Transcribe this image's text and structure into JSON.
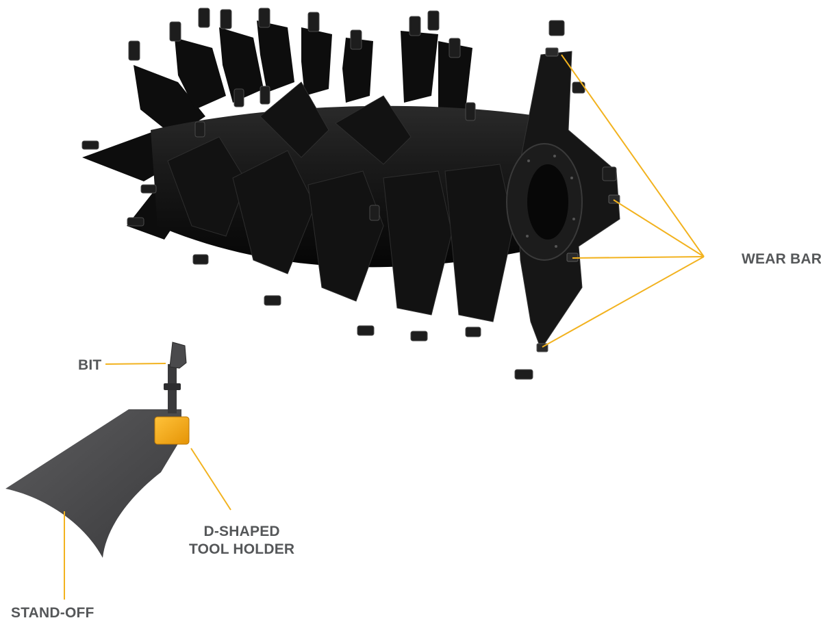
{
  "labels": {
    "wear_bars": "WEAR BARS",
    "bit": "BIT",
    "tool_holder_line1": "D-SHAPED",
    "tool_holder_line2": "TOOL HOLDER",
    "stand_off": "STAND-OFF"
  },
  "colors": {
    "leader": "#f2b21e",
    "label_text": "#555759",
    "rotor_body": "#111111",
    "tool_holder": "#f5a81a",
    "stand_off_plate": "#4a4a4c"
  }
}
